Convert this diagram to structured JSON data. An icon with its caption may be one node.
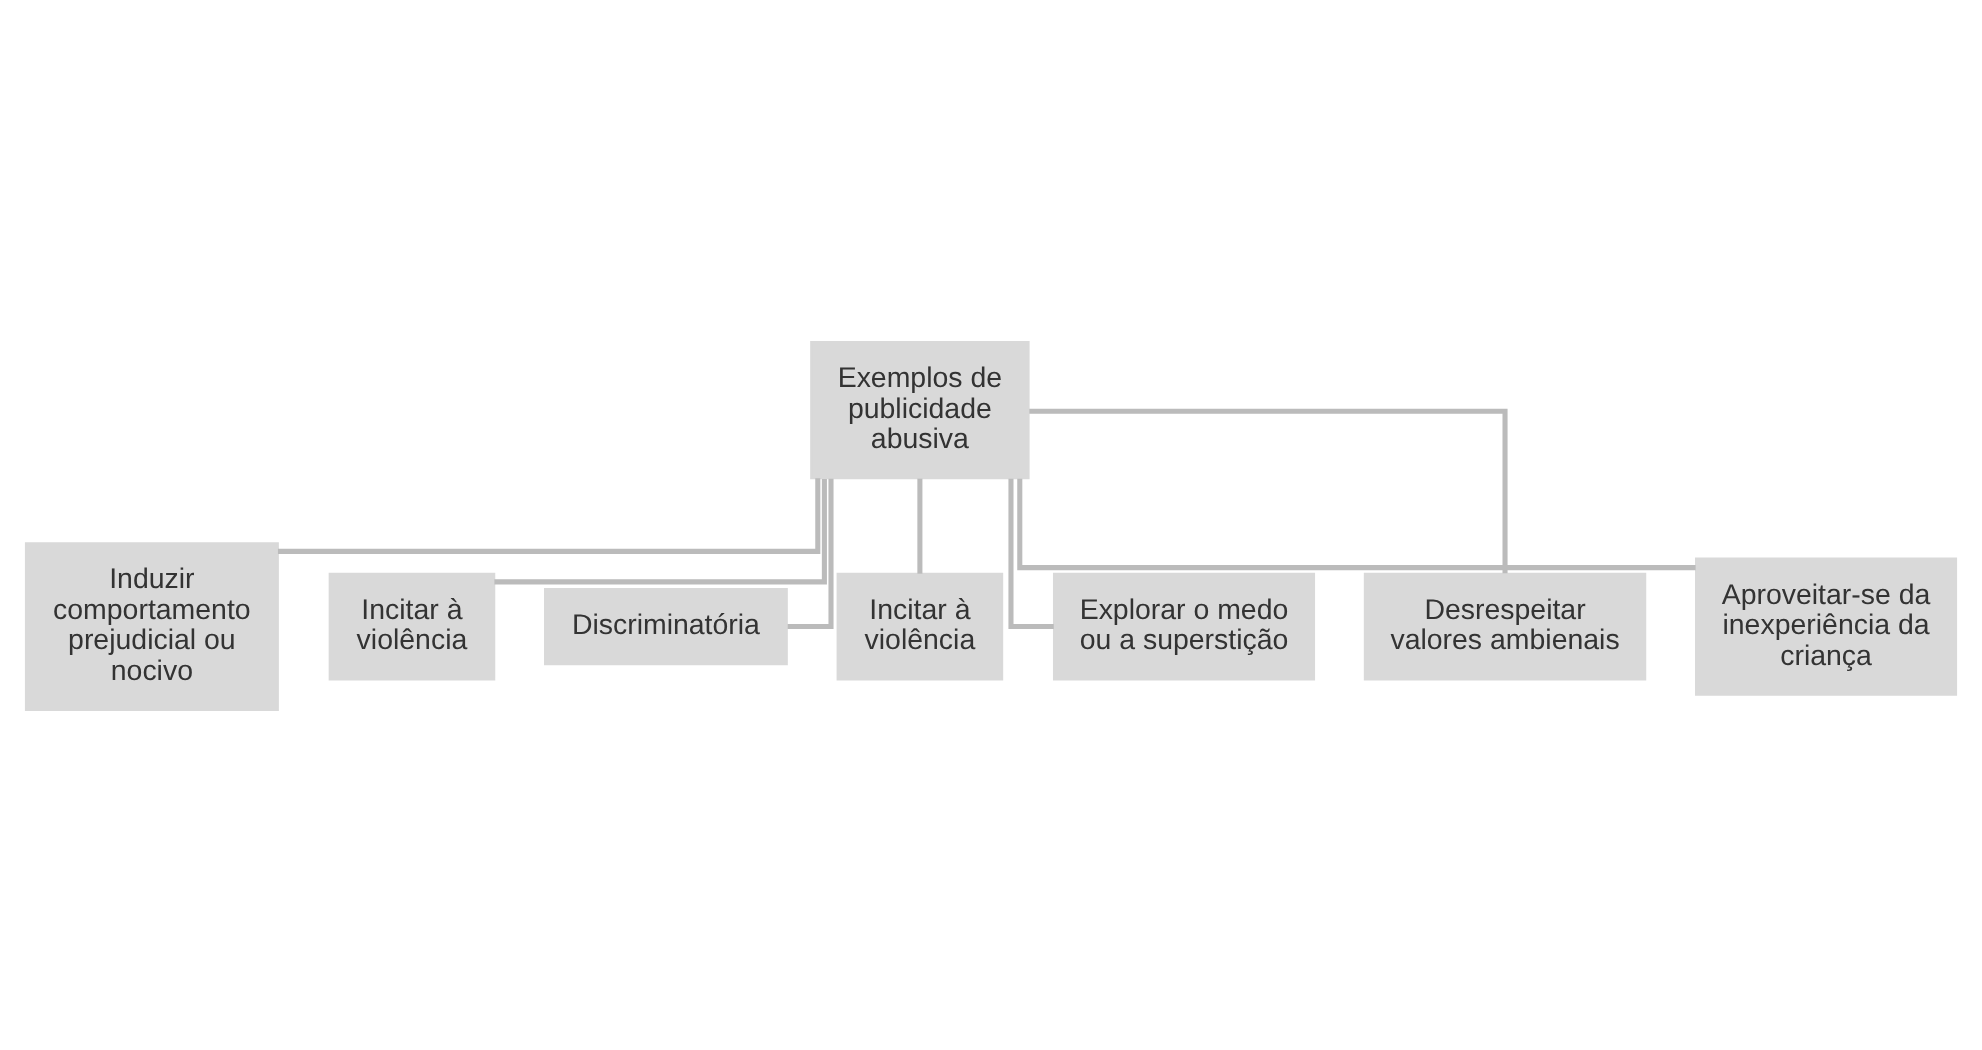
{
  "diagram": {
    "nodes": [
      {
        "text": [
          "Exemplos de publicidade abusiva"
        ]
      },
      {
        "text": [
          "Induzir comportamento prejudicial ou nocivo"
        ]
      },
      {
        "text": [
          "Incitar à violência"
        ]
      },
      {
        "text": [
          "Discriminatória"
        ]
      },
      {
        "text": [
          "Incitar à violência"
        ]
      },
      {
        "text": [
          "Explorar o medo ou a superstição"
        ]
      },
      {
        "text": [
          "Desrespeitar valores ambienais"
        ]
      },
      {
        "text": [
          "Aproveitar-se da inexperiência da criança"
        ]
      }
    ],
    "edges": [
      {
        "from": 0,
        "to": 1,
        "arrow": "none"
      },
      {
        "from": 0,
        "to": 2,
        "arrow": "none"
      },
      {
        "from": 0,
        "to": 3,
        "arrow": "none"
      },
      {
        "from": 0,
        "to": 4,
        "arrow": "none"
      },
      {
        "from": 0,
        "to": 5,
        "arrow": "none"
      },
      {
        "from": 0,
        "to": 6,
        "arrow": "none"
      },
      {
        "from": 0,
        "to": 7,
        "arrow": "none"
      }
    ]
  }
}
